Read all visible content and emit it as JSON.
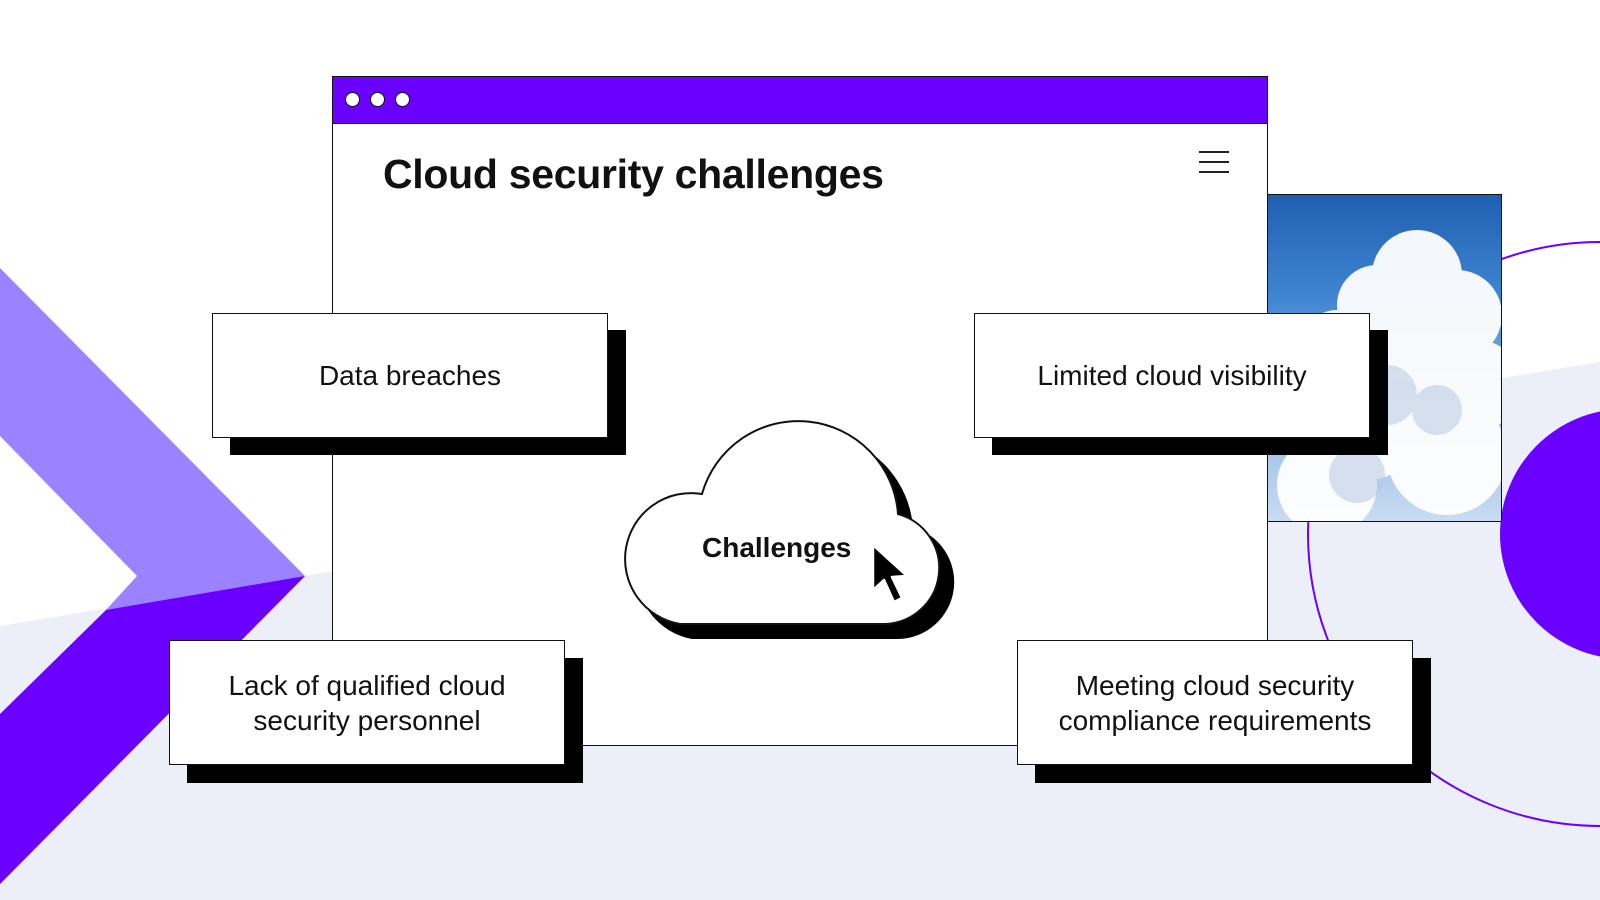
{
  "page": {
    "title": "Cloud security challenges"
  },
  "diagram": {
    "center_label": "Challenges",
    "challenges": [
      {
        "id": "data-breaches",
        "label": "Data breaches"
      },
      {
        "id": "limited-visibility",
        "label": "Limited cloud visibility"
      },
      {
        "id": "lack-personnel",
        "label": "Lack of qualified cloud security personnel"
      },
      {
        "id": "compliance",
        "label": "Meeting cloud security compliance requirements"
      }
    ]
  },
  "icons": {
    "window_controls": "window-dots-icon",
    "menu": "hamburger-menu-icon",
    "cursor": "mouse-pointer-icon",
    "cloud": "cloud-icon"
  },
  "colors": {
    "accent_purple": "#6a00ff",
    "light_purple": "#9b82ff",
    "background_lavender": "#eceef8",
    "shadow": "#000000"
  }
}
